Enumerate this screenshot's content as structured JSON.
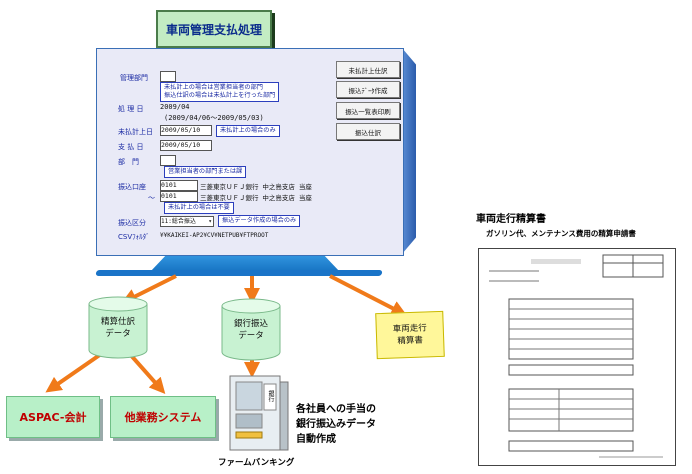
{
  "title": "車両管理支払処理",
  "panel": {
    "labels": {
      "kanri_bumon": "管理部門",
      "shori_bi": "処 理 日",
      "mibarai_keijo_bi": "未払計上日",
      "shiharai_bi": "支 払 日",
      "bumon": "部　門",
      "furikomi_koza": "振込口座",
      "tilde": "～",
      "furikomi_kubun": "振込区分",
      "csv_folder": "CSVﾌｫﾙﾀﾞ"
    },
    "values": {
      "shori_bi": "2009/04",
      "shori_range": "(2009/04/06～2009/05/03)",
      "mibarai_keijo_bi": "2009/05/10",
      "shiharai_bi": "2009/05/10",
      "koza1_code": "0101",
      "koza1_bank": "三菱東京ＵＦＪ銀行 中之島支店 当座",
      "koza2_code": "0101",
      "koza2_bank": "三菱東京ＵＦＪ銀行 中之島支店 当座",
      "kubun_select": "11:総合振込",
      "csv_path": "¥¥KAIKEI-AP2¥CV¥NETPUB¥FTPROOT"
    },
    "notes": {
      "kanri_note1": "未払計上の場合は営業担当者の部門",
      "kanri_note2": "振込仕訳の場合は未払計上を行った部門",
      "keijo_note": "未払計上の場合のみ",
      "bumon_note": "営業担当者の部門または課",
      "koza_note": "未払計上の場合は不要",
      "kubun_note": "振込データ作成の場合のみ"
    },
    "buttons": {
      "mibarai_shiwake": "未払計上仕訳",
      "furikomi_data": "振込ﾃﾞｰﾀ作成",
      "furikomi_list": "振込一覧表印刷",
      "furikomi_shiwake": "振込仕訳"
    }
  },
  "flow": {
    "seisan_shiwake_data": [
      "精算仕訳",
      "データ"
    ],
    "ginko_furikomi_data": [
      "銀行振込",
      "データ"
    ],
    "sharyo_seisansho": [
      "車両走行",
      "精算書"
    ],
    "aspac": "ASPAC-会計",
    "ta_gyomu": "他業務システム",
    "firm_banking": "ファームバンキング",
    "atm_sign": "銀行",
    "caption": [
      "各社員への手当の",
      "銀行振込みデータ",
      "自動作成"
    ]
  },
  "document": {
    "heading": "車両走行精算書",
    "subheading": "ガソリン代、メンテナンス費用の精算申請書"
  },
  "colors": {
    "arrow": "#f07a1a",
    "aspac_text": "#c00000",
    "title_text": "#0b2c8c"
  }
}
